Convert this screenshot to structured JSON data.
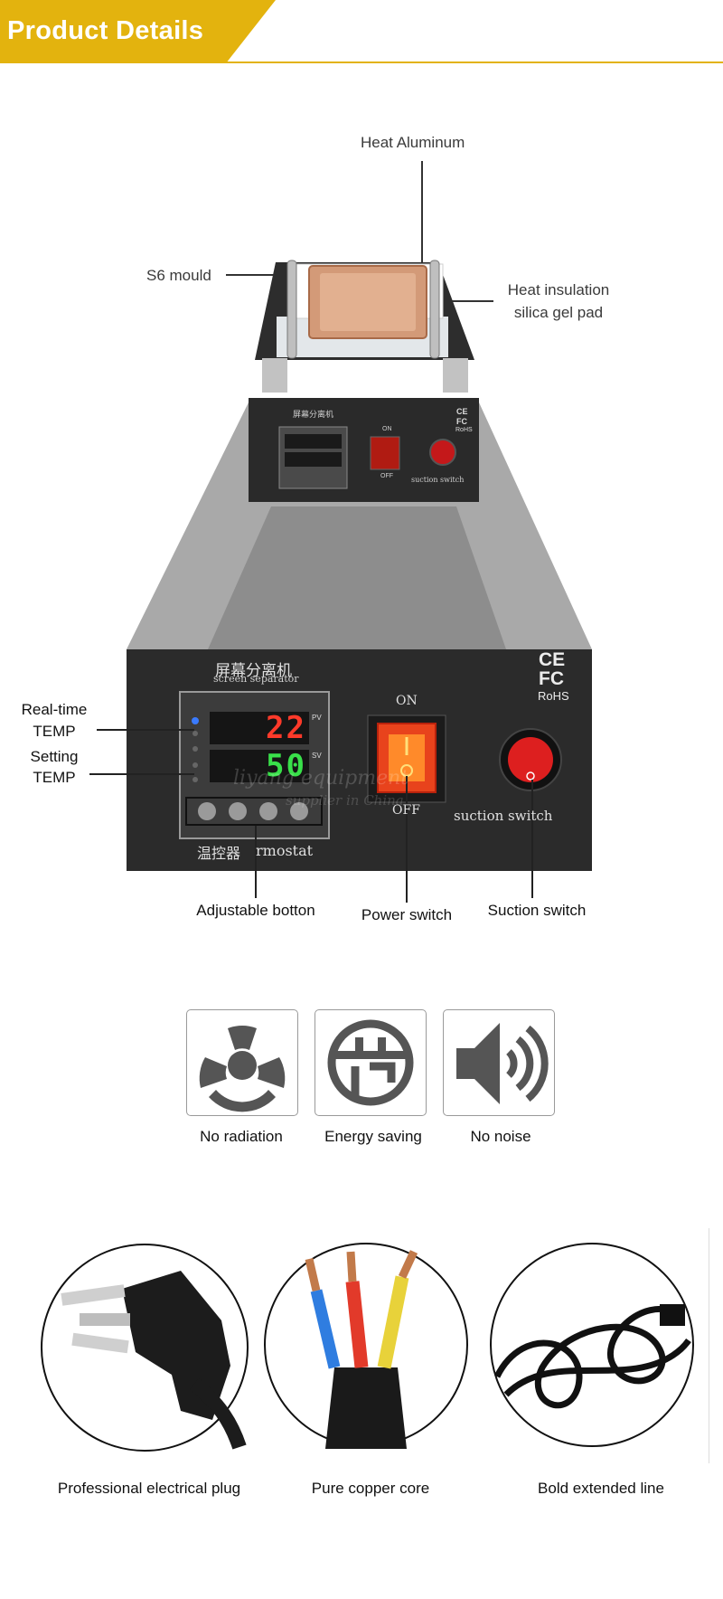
{
  "header": {
    "title": "Product Details",
    "accent_color": "#e3b30e"
  },
  "top_callouts": {
    "heat_aluminum": "Heat Aluminum",
    "s6_mould": "S6 mould",
    "heat_insulation_line1": "Heat insulation",
    "heat_insulation_line2": "silica gel pad"
  },
  "machine_small": {
    "panel_title": "屏幕分离机",
    "on": "ON",
    "off": "OFF",
    "suction": "suction switch",
    "ce": "CE",
    "fc": "FC",
    "rohs": "RoHS"
  },
  "machine_zoom": {
    "panel_title_cn": "屏幕分离机",
    "panel_title_en": "screen separator",
    "pv_value": "22",
    "sv_value": "50",
    "pv_tag": "PV",
    "sv_tag": "SV",
    "thermostat_cn": "温控器",
    "thermostat_en": "rmostat",
    "on": "ON",
    "off": "OFF",
    "suction": "suction switch",
    "ce": "CE",
    "fc": "FC",
    "rohs": "RoHS",
    "watermark_line1": "liyang equipment",
    "watermark_line2": "supplier in China"
  },
  "side_callouts": {
    "realtime_line1": "Real-time",
    "realtime_line2": "TEMP",
    "setting_line1": "Setting",
    "setting_line2": "TEMP"
  },
  "bottom_callouts": {
    "adjustable": "Adjustable botton",
    "power": "Power switch",
    "suction": "Suction switch"
  },
  "features": [
    {
      "label": "No radiation",
      "icon": "radiation-icon"
    },
    {
      "label": "Energy saving",
      "icon": "energy-saving-icon"
    },
    {
      "label": "No noise",
      "icon": "speaker-icon"
    }
  ],
  "cables": [
    {
      "label": "Professional electrical plug",
      "image": "plug-photo"
    },
    {
      "label": "Pure copper core",
      "image": "copper-core-photo"
    },
    {
      "label": "Bold extended line",
      "image": "cable-coil-photo"
    }
  ]
}
